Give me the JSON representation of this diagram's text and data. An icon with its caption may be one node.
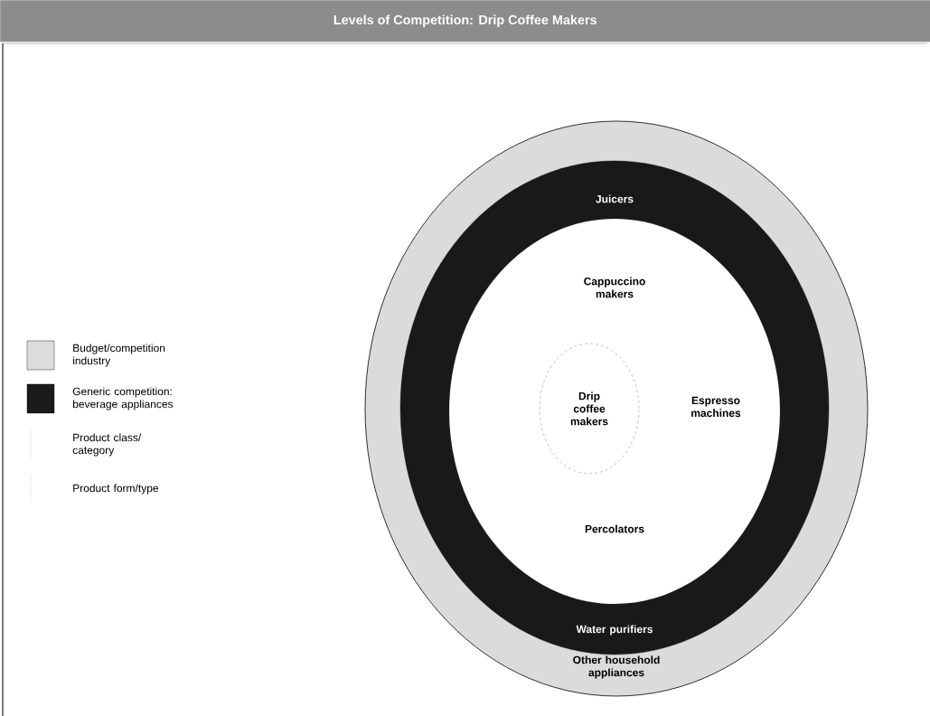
{
  "diagram": {
    "title": "Levels of Competition: Drip Coffee Makers",
    "nodes": [
      {
        "text": [
          "Other household appliances"
        ]
      },
      {
        "text": [
          "Juicers",
          "Water purifiers"
        ],
        "in": 0
      },
      {
        "text": [
          "Cappuccino makers",
          "Espresso machines",
          "Percolators"
        ],
        "in": 1
      },
      {
        "text": [
          "Drip coffee makers"
        ],
        "in": 2
      }
    ],
    "legend": [
      {
        "text": "Budget/competition industry",
        "color": "#dcdcdc"
      },
      {
        "text": "Generic competition: beverage appliances",
        "color": "#1a1a1a"
      },
      {
        "text": "Product class/ category"
      },
      {
        "text": "Product form/type"
      }
    ]
  }
}
